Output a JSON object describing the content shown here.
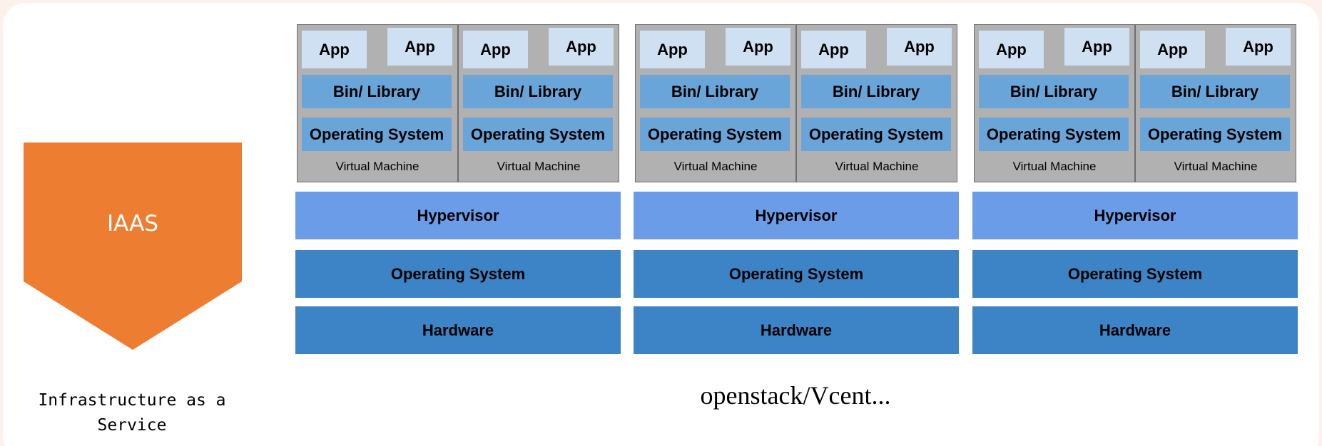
{
  "left_panel": {
    "title": "IAAS",
    "caption": "Infrastructure as a Service",
    "color": "#ed7d31"
  },
  "main_caption": "openstack/Vcent...",
  "vm": {
    "app_label": "App",
    "bin_label": "Bin/ Library",
    "os_label": "Operating System",
    "vm_label": "Virtual Machine"
  },
  "layers": {
    "hypervisor": "Hypervisor",
    "os": "Operating System",
    "hardware": "Hardware"
  },
  "colors": {
    "app": "#cfe0f2",
    "vm_bar": "#6aa5da",
    "vm_box": "#b1b1b1",
    "hypervisor": "#6b9ce8",
    "host_layer": "#3d84c6"
  }
}
